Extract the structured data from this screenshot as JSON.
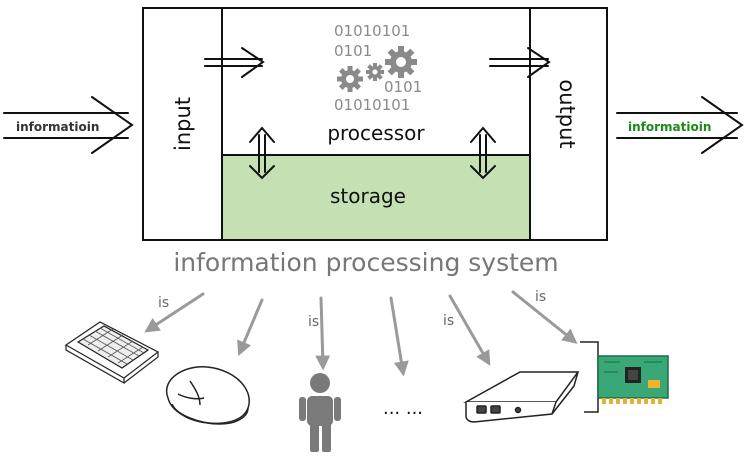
{
  "diagram": {
    "input_info_label": "informatioin",
    "output_info_label": "informatioin",
    "input_label": "input",
    "output_label": "output",
    "processor_label": "processor",
    "storage_label": "storage",
    "binary_line_1": "01010101",
    "binary_line_2": "0101",
    "binary_line_3": "0101",
    "binary_line_4": "01010101",
    "system_title": "information processing system",
    "is_label": "is",
    "ellipsis": "... ..."
  },
  "examples": [
    {
      "icon": "keyboard-icon"
    },
    {
      "icon": "mouse-icon"
    },
    {
      "icon": "person-icon"
    },
    {
      "icon": "ellipsis"
    },
    {
      "icon": "hard-drive-icon"
    },
    {
      "icon": "circuit-board-icon"
    }
  ],
  "colors": {
    "storage_fill": "#c5e0b3",
    "output_info_text": "#1a8a1a",
    "system_title": "#777777",
    "example_arrow": "#9a9a9a",
    "board_green": "#3aa776"
  }
}
